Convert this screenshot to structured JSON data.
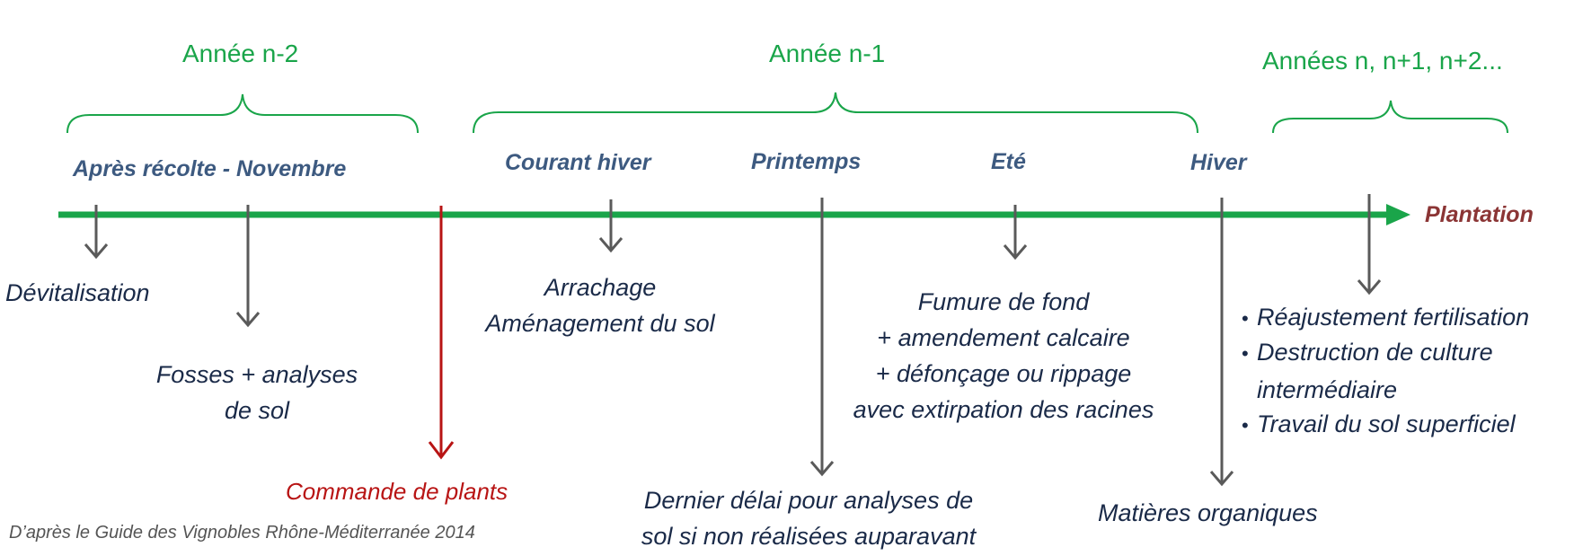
{
  "years": {
    "n2": "Année n-2",
    "n1": "Année n-1",
    "n": "Années n, n+1, n+2..."
  },
  "seasons": {
    "after_harvest": "Après récolte - Novembre",
    "winter_course": "Courant hiver",
    "spring": "Printemps",
    "summer": "Eté",
    "winter": "Hiver"
  },
  "end_label": "Plantation",
  "tasks": {
    "devitalisation": "Dévitalisation",
    "fosses_l1": "Fosses + analyses",
    "fosses_l2": "de sol",
    "arrachage_l1": "Arrachage",
    "arrachage_l2": "Aménagement du sol",
    "fumure_l1": "Fumure de fond",
    "fumure_l2": "+ amendement calcaire",
    "fumure_l3": "+ défonçage ou rippage",
    "fumure_l4": "avec extirpation des racines",
    "dernier_l1": "Dernier délai pour analyses de",
    "dernier_l2": "sol si non réalisées auparavant",
    "matieres": "Matières organiques",
    "commande": "Commande de plants"
  },
  "bullets": [
    {
      "l1": "Réajustement fertilisation",
      "l2": ""
    },
    {
      "l1": "Destruction de culture",
      "l2": "intermédiaire"
    },
    {
      "l1": "Travail du sol superficiel",
      "l2": ""
    }
  ],
  "bullet_glyph": "•",
  "source": "D’après le Guide des Vignobles  Rhône-Méditerranée 2014",
  "colors": {
    "timeline": "#1aa54a",
    "brace": "#1aa54a",
    "arrow": "#5a5a5a",
    "red_arrow": "#b81414",
    "season": "#3d5a80",
    "task": "#1a2a48",
    "plantation": "#8b3535"
  }
}
